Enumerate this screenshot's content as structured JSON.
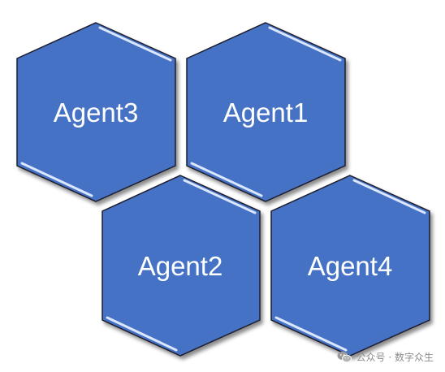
{
  "diagram": {
    "nodes": [
      {
        "id": "agent3",
        "label": "Agent3"
      },
      {
        "id": "agent1",
        "label": "Agent1"
      },
      {
        "id": "agent2",
        "label": "Agent2"
      },
      {
        "id": "agent4",
        "label": "Agent4"
      }
    ],
    "colors": {
      "fill": "#4472c4",
      "stroke": "#1f1f2e",
      "highlight": "#dbe6ff",
      "shadow": "#5a5a66",
      "text": "#ffffff"
    }
  },
  "watermark": {
    "icon": "wechat-icon",
    "text": "公众号 · 数字众生"
  }
}
